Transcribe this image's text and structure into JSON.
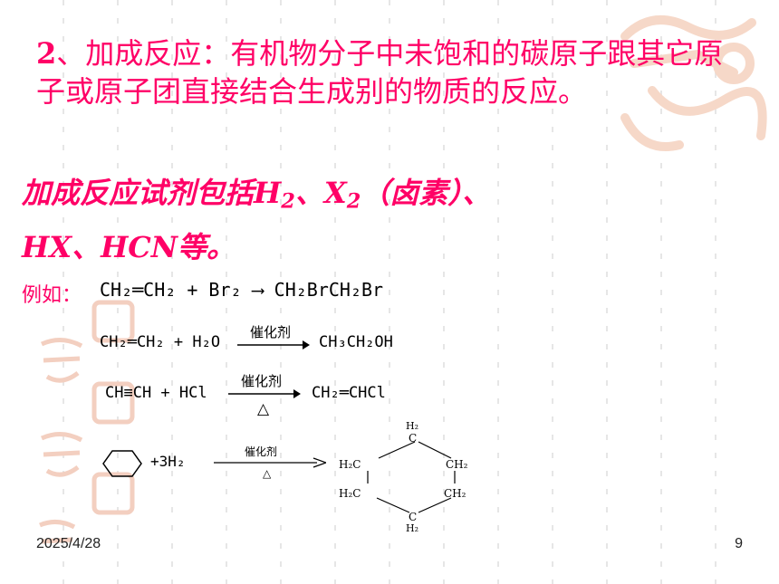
{
  "definition": {
    "number": "2",
    "text": "、加成反应：有机物分子中未饱和的碳原子跟其它原子或原子团直接结合生成别的物质的反应。"
  },
  "reagents": {
    "prefix": "加成反应试剂包括",
    "items": [
      "H",
      "2",
      "、X",
      "2",
      "（卤素）、",
      "HX、HCN",
      "等。"
    ]
  },
  "example_label": "例如：",
  "reactions": [
    {
      "text": "CH₂═CH₂ + Br₂ ⟶ CH₂BrCH₂Br"
    },
    {
      "left": "CH₂═CH₂ + H₂O",
      "catalyst": "催化剂",
      "right": "CH₃CH₂OH"
    },
    {
      "left": "CH≡CH + HCl",
      "catalyst": "催化剂",
      "condition": "△",
      "right": "CH₂═CHCl"
    },
    {
      "left": "+3H₂",
      "catalyst": "催化剂",
      "condition": "△"
    }
  ],
  "cyclohexane_labels": [
    "H₂",
    "C",
    "H₂C",
    "CH₂",
    "H₂C",
    "CH₂",
    "C",
    "H₂"
  ],
  "footer": {
    "date": "2025/4/28",
    "page": "9"
  },
  "colors": {
    "accent": "#ff0066",
    "watermark": "#f6d8c8"
  }
}
